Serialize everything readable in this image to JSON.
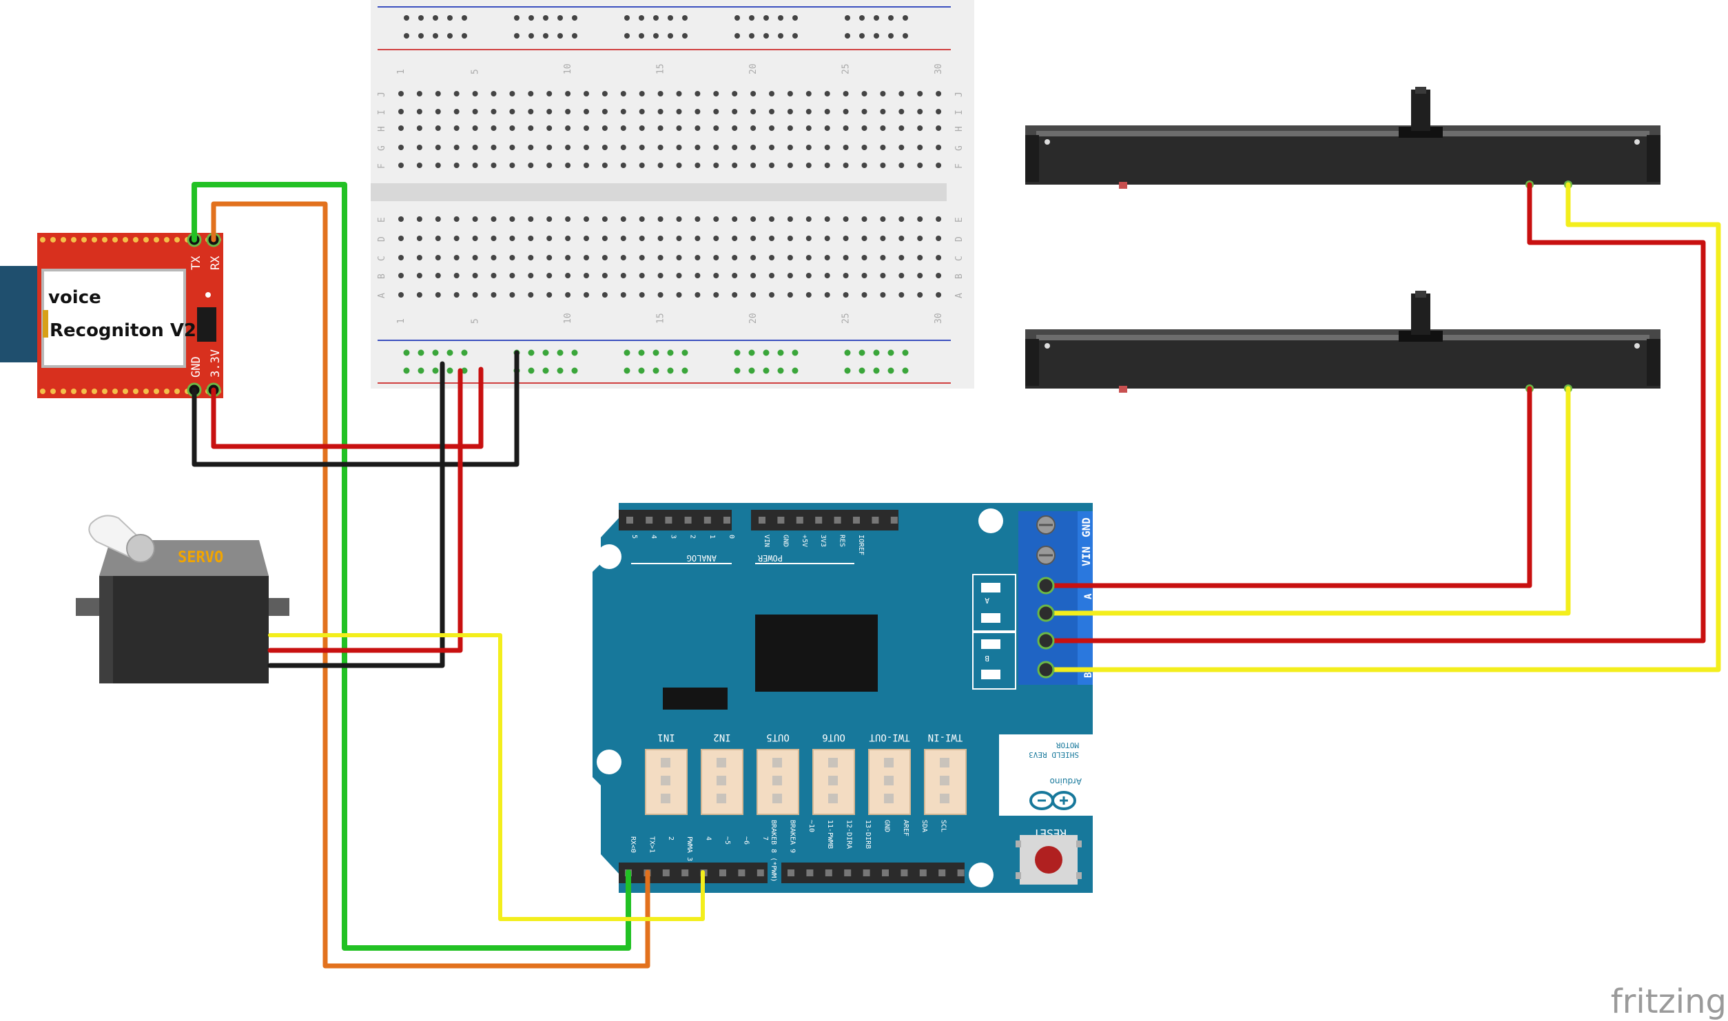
{
  "voice_module": {
    "title_line1": "voice",
    "title_line2": "Recogniton V2",
    "pin_tx": "TX",
    "pin_rx": "RX",
    "pin_gnd": "GND",
    "pin_33v": "3.3V"
  },
  "servo": {
    "label": "SERVO"
  },
  "breadboard": {
    "column_numbers": [
      "1",
      "5",
      "10",
      "15",
      "20",
      "25",
      "30"
    ],
    "row_letters_top": [
      "J",
      "I",
      "H",
      "G",
      "F"
    ],
    "row_letters_bottom": [
      "E",
      "D",
      "C",
      "B",
      "A"
    ]
  },
  "shield": {
    "analog_pins": [
      "5",
      "4",
      "3",
      "2",
      "1",
      "0"
    ],
    "analog_label": "ANALOG",
    "power_pins": [
      "VIN",
      "GND",
      "+5V",
      "3V3",
      "RES",
      "IOREF"
    ],
    "power_label": "POWER",
    "terminal_labels": {
      "vin": "VIN",
      "gnd": "GND",
      "a": "A",
      "b": "B"
    },
    "led_a": "A",
    "led_b": "B",
    "connectors": [
      "IN1",
      "IN2",
      "OUT5",
      "OUT6",
      "TWI-OUT",
      "TWI-IN"
    ],
    "brand_line1": "MOTOR",
    "brand_line2": "SHIELD REV3",
    "brand_name": "Arduino",
    "reset_label": "RESET",
    "digital_pins": [
      "RX<0",
      "TX>1",
      "2",
      "PWMA 3",
      "4",
      "~5",
      "~6",
      "7",
      "BRAKEB 8 (*PWM)",
      "BRAKEA 9",
      "~10",
      "11-PWMB",
      "12-DIRA",
      "13-DIRB",
      "GND",
      "AREF",
      "SDA",
      "SCL"
    ]
  },
  "watermark": "fritzing",
  "colors": {
    "wire_green": "#22c124",
    "wire_orange": "#e2711d",
    "wire_red": "#c81010",
    "wire_black": "#1a1a1a",
    "wire_yellow": "#f3ee1c",
    "shield_blue": "#17789b",
    "module_red": "#d8301e",
    "breadboard_bg": "#efefef"
  }
}
